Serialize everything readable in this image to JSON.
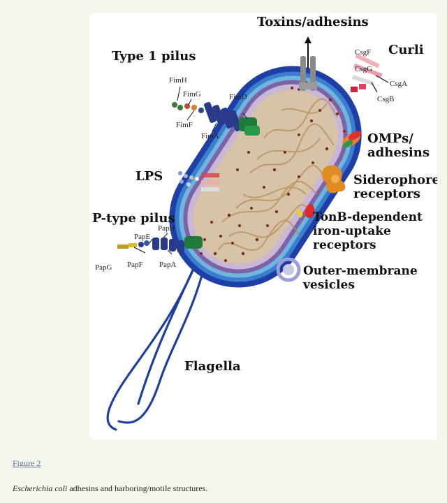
{
  "figure": {
    "link_text": "Figure 2",
    "caption_italic": "Escherichia coli",
    "caption_rest": " adhesins and harboring/motile structures."
  },
  "labels": {
    "toxins": "Toxins/adhesins",
    "curli": "Curli",
    "csgf": "CsgF",
    "csgg": "CsgG",
    "csga": "CsgA",
    "csgb": "CsgB",
    "type1": "Type 1 pilus",
    "fimh": "FimH",
    "fimg": "FimG",
    "fimf": "FimF",
    "fimd": "FimD",
    "fima": "FimA",
    "lps": "LPS",
    "omps1": "OMPs/",
    "omps2": "adhesins",
    "sid1": "Siderophore",
    "sid2": "receptors",
    "ptype": "P-type pilus",
    "pape": "PapE",
    "paph": "PapH",
    "papg": "PapG",
    "papf": "PapF",
    "papa": "PapA",
    "tonb1": "TonB-dependent",
    "tonb2": "iron-uptake",
    "tonb3": "receptors",
    "omv1": "Outer-membrane",
    "omv2": "vesicles",
    "flagella": "Flagella"
  },
  "colors": {
    "outer_membrane": "#1d3fa6",
    "periplasm": "#5aa7d6",
    "inner_membrane": "#7e62a8",
    "cytoplasm": "#cdbca6",
    "flagella": "#1f3f9f",
    "dna": "#b98c54",
    "ribosome": "#7a2a1a"
  },
  "icons": [
    "toxin-channel-icon",
    "curli-fiber-icon",
    "type1-pilus-icon",
    "lps-icon",
    "omp-adhesin-icon",
    "siderophore-receptor-icon",
    "p-pilus-icon",
    "tonb-receptor-icon",
    "vesicle-icon"
  ]
}
